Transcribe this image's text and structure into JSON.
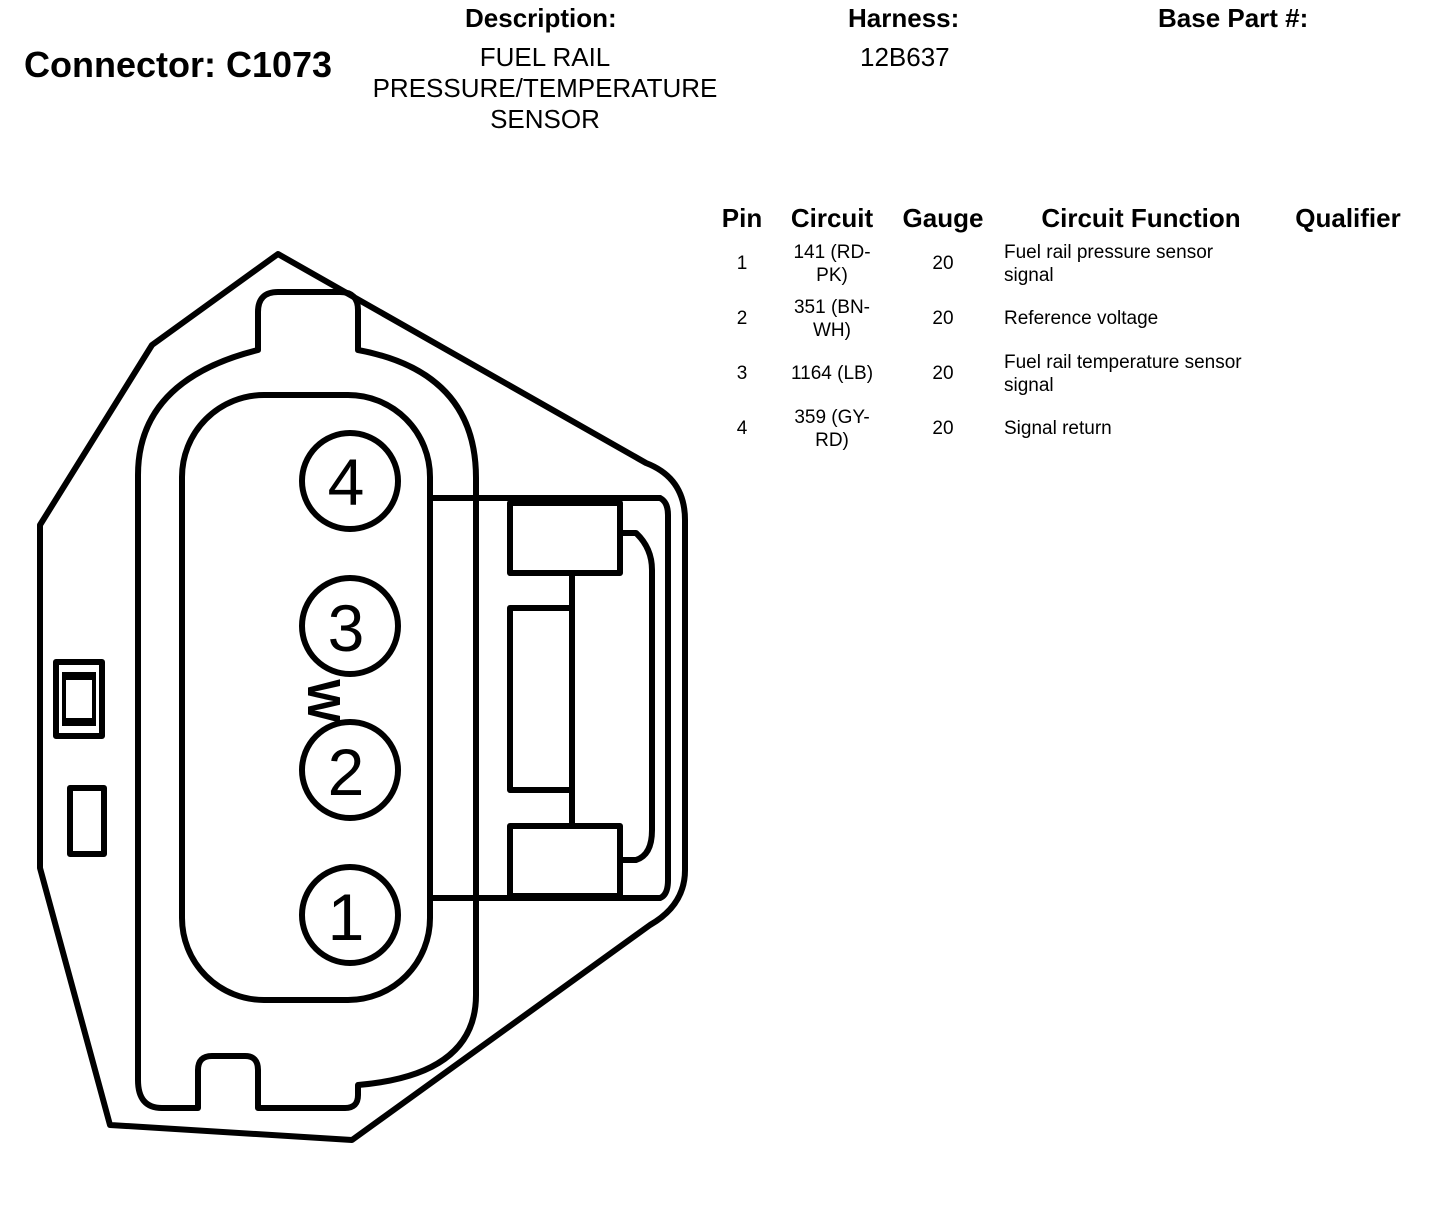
{
  "header": {
    "connector_title": "Connector: C1073",
    "description_label": "Description:",
    "description_lines": [
      "FUEL RAIL",
      "PRESSURE/TEMPERATURE",
      "SENSOR"
    ],
    "harness_label": "Harness:",
    "harness_value": "12B637",
    "base_part_label": "Base Part #:"
  },
  "table": {
    "headers": {
      "pin": "Pin",
      "circuit": "Circuit",
      "gauge": "Gauge",
      "function": "Circuit Function",
      "qualifier": "Qualifier"
    },
    "rows": [
      {
        "pin": "1",
        "circuit_line1": "141 (RD-",
        "circuit_line2": "PK)",
        "gauge": "20",
        "function_line1": "Fuel rail pressure sensor",
        "function_line2": "signal",
        "qualifier": ""
      },
      {
        "pin": "2",
        "circuit_line1": "351 (BN-",
        "circuit_line2": "WH)",
        "gauge": "20",
        "function_line1": "Reference voltage",
        "function_line2": "",
        "qualifier": ""
      },
      {
        "pin": "3",
        "circuit_line1": "1164 (LB)",
        "circuit_line2": "",
        "gauge": "20",
        "function_line1": "Fuel rail temperature sensor",
        "function_line2": "signal",
        "qualifier": ""
      },
      {
        "pin": "4",
        "circuit_line1": "359 (GY-",
        "circuit_line2": "RD)",
        "gauge": "20",
        "function_line1": "Signal return",
        "function_line2": "",
        "qualifier": ""
      }
    ]
  },
  "diagram": {
    "pin_labels": [
      "4",
      "3",
      "2",
      "1"
    ],
    "side_mark": "W",
    "line_color": "#000000"
  }
}
